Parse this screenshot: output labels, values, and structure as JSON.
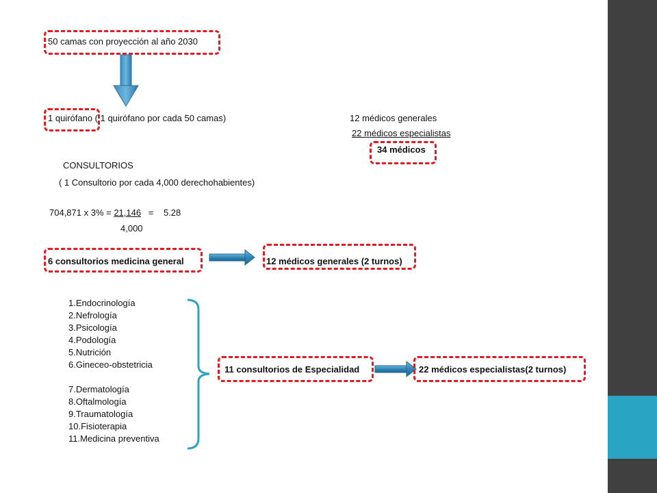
{
  "colors": {
    "sidebar": "#404040",
    "accent": "#2aa4c3",
    "highlight_box": "#e11b22",
    "arrow": "#2f86b8"
  },
  "top_box": "50 camas con proyección al año 2030",
  "quirofano": {
    "label": "1 quirófano",
    "note": " ( 1 quirófano por cada 50 camas)"
  },
  "medicos": {
    "generales": "12 médicos generales",
    "especialistas": "22 médicos especialistas",
    "total": "34 médicos"
  },
  "consultorios": {
    "heading": "CONSULTORIOS",
    "ratio": "( 1 Consultorio por cada 4,000 derechohabientes)",
    "calc_left": "704,871 x 3% = ",
    "calc_value": "21,146",
    "calc_right": "   =    5.28",
    "divisor": "4,000"
  },
  "general_row": {
    "left": "6 consultorios medicina general",
    "right": "12 médicos generales (2 turnos)"
  },
  "especialidades": [
    "1.Endocrinología",
    "2.Nefrología",
    "3.Psicología",
    "4.Podología",
    "5.Nutrición",
    "6.Gineceo-obstetricia",
    "",
    "7.Dermatología",
    "8.Oftalmología",
    "9.Traumatología",
    "10.Fisioterapia",
    "11.Medicina preventiva"
  ],
  "specialty_row": {
    "left": "11 consultorios de Especialidad",
    "right": "22 médicos especialistas(2 turnos)"
  }
}
